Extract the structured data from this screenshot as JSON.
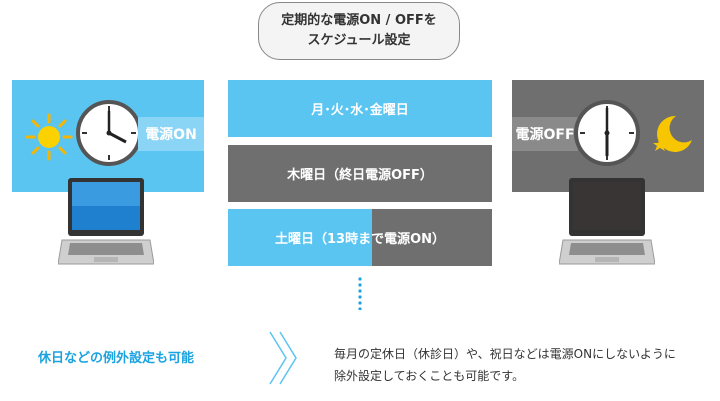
{
  "title": {
    "line1": "定期的な電源ON / OFFを",
    "line2": "スケジュール設定"
  },
  "left_panel": {
    "label": "電源ON",
    "icons": [
      "sun-icon",
      "clock-icon"
    ],
    "color": "#5bc5f2"
  },
  "right_panel": {
    "label": "電源OFF",
    "icons": [
      "clock-icon",
      "moon-icon",
      "star-icon"
    ],
    "color": "#6f6f6f"
  },
  "days": [
    {
      "label": "月･火･水･金曜日"
    },
    {
      "label": "木曜日（終日電源OFF）"
    },
    {
      "label": "土曜日（13時まで電源ON）"
    }
  ],
  "note": {
    "heading": "休日などの例外設定も可能",
    "line1": "毎月の定休日（休診日）や、祝日などは電源ONにしないように",
    "line2": "除外設定しておくことも可能です。"
  }
}
